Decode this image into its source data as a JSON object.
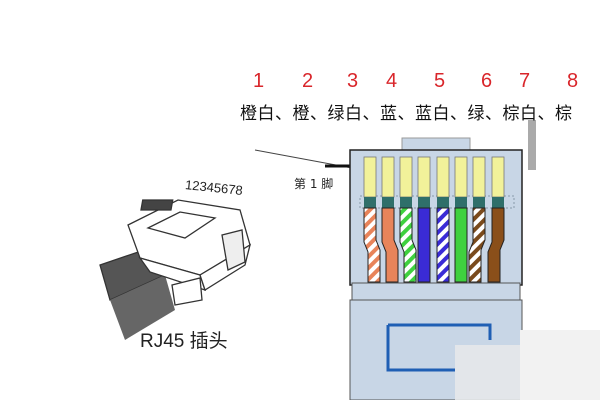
{
  "pin_numbers": [
    "1",
    "2",
    "3",
    "4",
    "5",
    "6",
    "7",
    "8"
  ],
  "color_sequence": "橙白、橙、绿白、蓝、蓝白、绿、棕白、棕",
  "pin1_label": "第 1 脚",
  "plug_pin_numbers": "12345678",
  "plug_title": "RJ45 插头",
  "wires": [
    {
      "name": "橙白",
      "color": "#e8845a",
      "striped": true
    },
    {
      "name": "橙",
      "color": "#e8845a",
      "striped": false
    },
    {
      "name": "绿白",
      "color": "#3fd13f",
      "striped": true
    },
    {
      "name": "蓝",
      "color": "#3a2bd6",
      "striped": false
    },
    {
      "name": "蓝白",
      "color": "#3a2bd6",
      "striped": true
    },
    {
      "name": "绿",
      "color": "#3fd13f",
      "striped": false
    },
    {
      "name": "棕白",
      "color": "#7a4a1c",
      "striped": true
    },
    {
      "name": "棕",
      "color": "#8a4f1a",
      "striped": false
    }
  ],
  "colors": {
    "number_red": "#d9262b",
    "pin_yellow": "#f2f29a",
    "band_teal": "#2f6f6a",
    "connector_body": "#c8d6e6",
    "outline_blue": "#1f5fb4"
  }
}
